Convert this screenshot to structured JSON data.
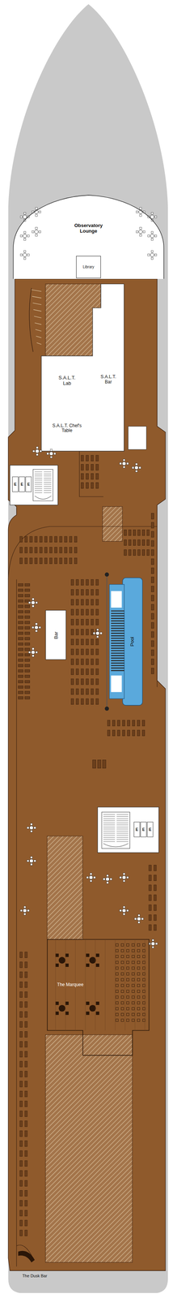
{
  "diagram": {
    "nodes": [
      {
        "text": [
          "Observatory Lounge"
        ]
      },
      {
        "text": [
          "Library"
        ],
        "in": 0
      },
      {
        "text": [
          "S.A.L.T. Lab"
        ]
      },
      {
        "text": [
          "S.A.L.T. Bar"
        ]
      },
      {
        "text": [
          "S.A.L.T. Chef's Table"
        ]
      },
      {
        "text": [
          "Pool"
        ]
      },
      {
        "text": [
          "Bar"
        ]
      },
      {
        "text": [
          "The Marquee"
        ]
      }
    ],
    "labels": [
      "E",
      "E",
      "E",
      "E",
      "E",
      "E",
      "The Dusk Bar"
    ]
  }
}
